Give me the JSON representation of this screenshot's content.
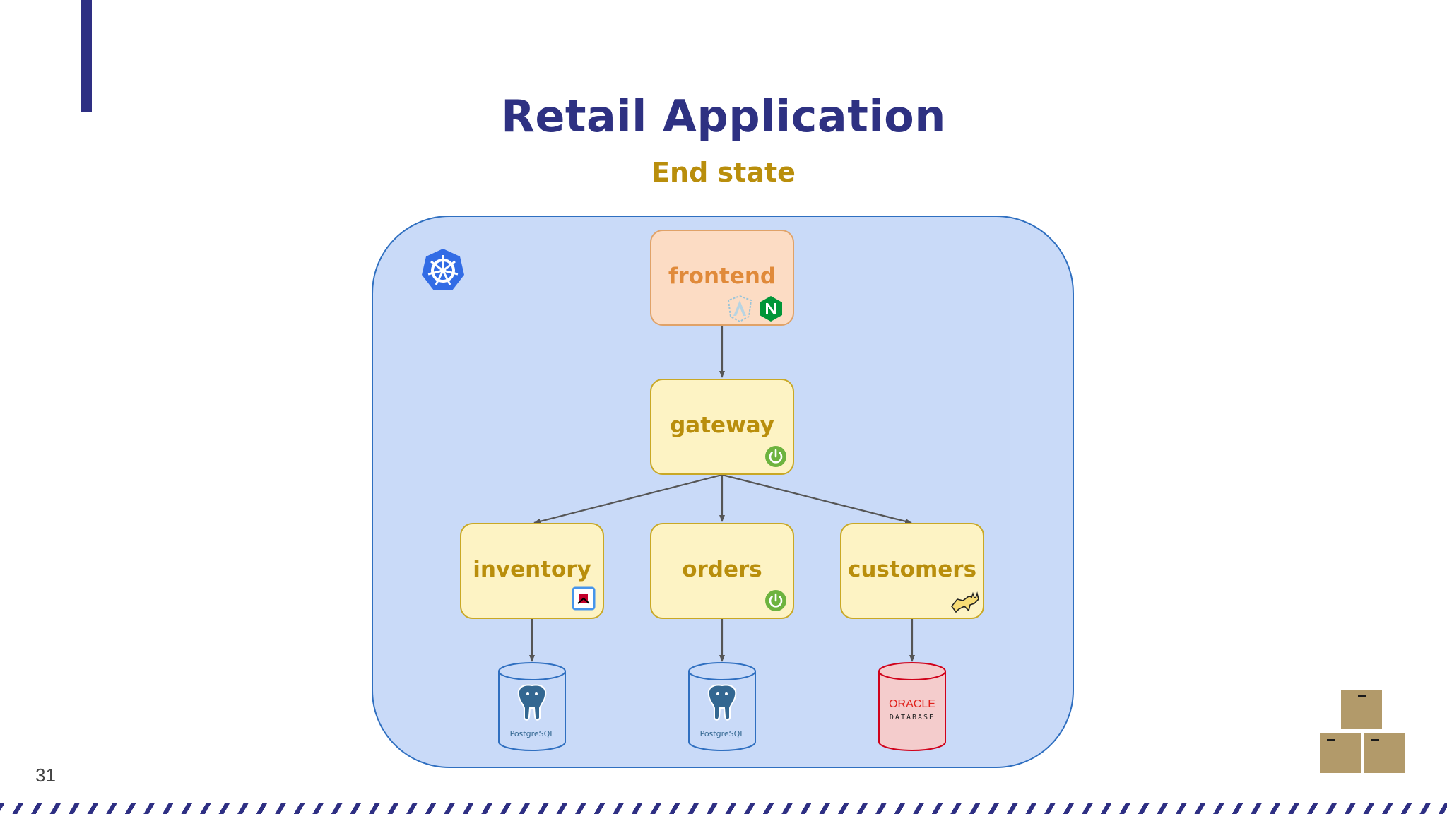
{
  "slide": {
    "title": "Retail Application",
    "subtitle": "End state",
    "page_number": "31"
  },
  "diagram": {
    "container": {
      "icon": "kubernetes-icon"
    },
    "nodes": {
      "frontend": {
        "label": "frontend",
        "icons": [
          "angular-icon",
          "nginx-icon"
        ]
      },
      "gateway": {
        "label": "gateway",
        "icons": [
          "spring-icon"
        ]
      },
      "inventory": {
        "label": "inventory",
        "icons": [
          "quarkus-icon"
        ]
      },
      "orders": {
        "label": "orders",
        "icons": [
          "spring-icon"
        ]
      },
      "customers": {
        "label": "customers",
        "icons": [
          "tomcat-icon"
        ]
      }
    },
    "databases": {
      "inventory_db": {
        "label": "PostgreSQL",
        "icon": "postgresql-icon"
      },
      "orders_db": {
        "label": "PostgreSQL",
        "icon": "postgresql-icon"
      },
      "customers_db": {
        "label_line1": "ORACLE",
        "label_line2": "DATABASE",
        "icon": "oracle-database-icon"
      }
    },
    "edges": [
      [
        "frontend",
        "gateway"
      ],
      [
        "gateway",
        "inventory"
      ],
      [
        "gateway",
        "orders"
      ],
      [
        "gateway",
        "customers"
      ],
      [
        "inventory",
        "inventory_db"
      ],
      [
        "orders",
        "orders_db"
      ],
      [
        "customers",
        "customers_db"
      ]
    ]
  },
  "colors": {
    "title": "#2e3182",
    "subtitle": "#b98e0c",
    "cluster_fill": "#c9daf8",
    "cluster_border": "#2f6fc0",
    "node_fill": "#fdf3c4",
    "frontend_fill": "#fcdcc4",
    "oracle_fill": "#f4cccc"
  }
}
